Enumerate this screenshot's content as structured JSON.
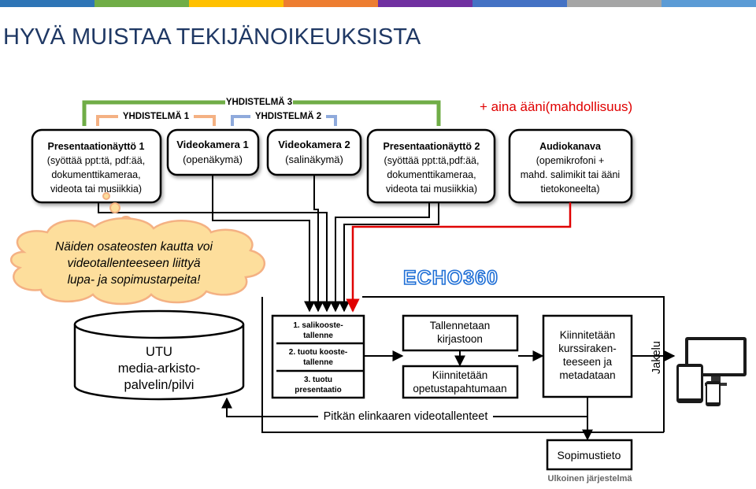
{
  "title": "HYVÄ MUISTAA TEKIJÄNOIKEUKSISTA",
  "colors": {
    "accent_stripes": [
      "#2e75b6",
      "#70ad47",
      "#ffc000",
      "#ed7d31",
      "#7030a0",
      "#4472c4",
      "#a5a5a5",
      "#5b9bd5"
    ],
    "combo1": "#f4b183",
    "combo2": "#8faadc",
    "combo3": "#70ad47",
    "audio_arrow": "#e00000",
    "red_text": "#e00000",
    "cloud_fill": "#fdde9c",
    "cloud_stroke": "#f4b183",
    "echo_blue": "#1f6fd6"
  },
  "combos": {
    "c1": "YHDISTELMÄ 1",
    "c2": "YHDISTELMÄ 2",
    "c3": "YHDISTELMÄ 3",
    "audio_note": "+ aina ääni(mahdollisuus)"
  },
  "sources": [
    {
      "id": "pres1",
      "lines": [
        "Presentaationäyttö 1",
        "(syöttää ppt:tä, pdf:ää,",
        "dokumenttikameraa,",
        "videota tai musiikkia)"
      ]
    },
    {
      "id": "cam1",
      "lines": [
        "Videokamera 1",
        "(openäkymä)"
      ]
    },
    {
      "id": "cam2",
      "lines": [
        "Videokamera 2",
        "(salinäkymä)"
      ]
    },
    {
      "id": "pres2",
      "lines": [
        "Presentaationäyttö 2",
        "(syöttää ppt:tä,pdf:ää,",
        "dokumenttikameraa,",
        "videota tai musiikkia)"
      ]
    },
    {
      "id": "audio",
      "lines": [
        "Audiokanava",
        "(opemikrofoni +",
        "mahd. salimikit tai ääni",
        "tietokoneelta)"
      ]
    }
  ],
  "cloud": {
    "lines": [
      "Näiden osateosten kautta voi",
      "videotallenteeseen liittyä",
      "lupa- ja sopimustarpeita!"
    ]
  },
  "echo_logo": "ECHO360",
  "archive": {
    "lines": [
      "UTU",
      "media-arkisto-",
      "palvelin/pilvi"
    ]
  },
  "recordings": [
    {
      "lines": [
        "1. salikooste-",
        "tallenne"
      ]
    },
    {
      "lines": [
        "2. tuotu kooste-",
        "tallenne"
      ]
    },
    {
      "lines": [
        "3. tuotu",
        "presentaatio"
      ]
    }
  ],
  "save_library": {
    "lines": [
      "Tallennetaan",
      "kirjastoon"
    ]
  },
  "attach_event": {
    "lines": [
      "Kiinnitetään",
      "opetustapahtumaan"
    ]
  },
  "attach_metadata": {
    "lines": [
      "Kiinnitetään",
      "kurssiraken-",
      "teeseen ja",
      "metadataan"
    ]
  },
  "distribution": "Jakelu",
  "long_term": "Pitkän elinkaaren videotallenteet",
  "contract": "Sopimustieto",
  "external_system": "Ulkoinen järjestelmä"
}
